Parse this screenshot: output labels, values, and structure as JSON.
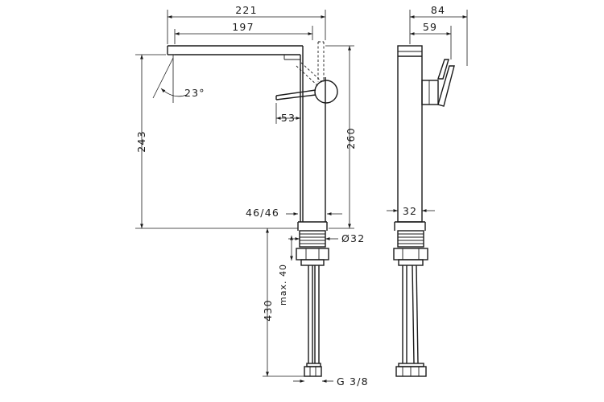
{
  "dimensions": {
    "width_221": "221",
    "width_197": "197",
    "angle_23": "23°",
    "lever_53": "53",
    "height_243": "243",
    "height_260": "260",
    "base_46_46": "46/46",
    "dia_32": "Ø32",
    "max_40": "max. 40",
    "length_430": "430",
    "thread_g38": "G 3/8",
    "side_84": "84",
    "side_59": "59",
    "side_32": "32"
  }
}
